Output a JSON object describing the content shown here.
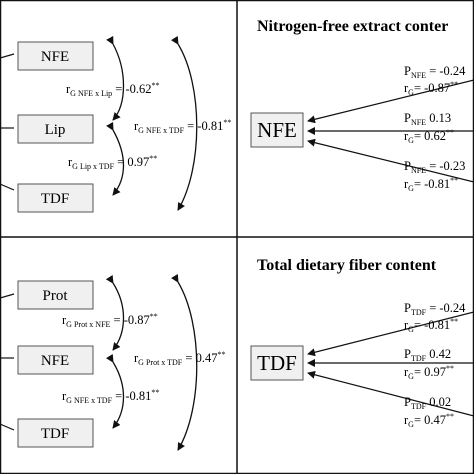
{
  "top_left": {
    "boxes": [
      "NFE",
      "Lip",
      "TDF"
    ],
    "corr_nfe_lip": {
      "sub": "G NFE x Lip",
      "value": " = -0.62",
      "sig": "**"
    },
    "corr_lip_tdf": {
      "sub": "G Lip x TDF",
      "value": " = 0.97",
      "sig": "**"
    },
    "corr_nfe_tdf": {
      "sub": "G NFE x TDF",
      "value": " = -0.81",
      "sig": "**"
    }
  },
  "top_right": {
    "title": "Nitrogen-free extract conter",
    "target": "NFE",
    "paths": [
      {
        "p_sub": "NFE",
        "p_value": " = -0.24",
        "g_value": "= -0.87",
        "sig": "**"
      },
      {
        "p_sub": "NFE",
        "p_value": " 0.13",
        "g_value": "= 0.62",
        "sig": "**"
      },
      {
        "p_sub": "NFE",
        "p_value": " = -0.23",
        "g_value": "= -0.81",
        "sig": "**"
      }
    ]
  },
  "bottom_left": {
    "boxes": [
      "Prot",
      "NFE",
      "TDF"
    ],
    "corr_prot_nfe": {
      "sub": "G Prot x NFE",
      "value": " = -0.87",
      "sig": "**"
    },
    "corr_nfe_tdf": {
      "sub": "G NFE x TDF",
      "value": " = -0.81",
      "sig": "**"
    },
    "corr_prot_tdf": {
      "sub": "G Prot x TDF",
      "value": " = 0.47",
      "sig": "**"
    }
  },
  "bottom_right": {
    "title": "Total dietary fiber content",
    "target": "TDF",
    "paths": [
      {
        "p_sub": "TDF",
        "p_value": " = -0.24",
        "g_value": "= -0.81",
        "sig": "**"
      },
      {
        "p_sub": "TDF",
        "p_value": " 0.42",
        "g_value": "= 0.97",
        "sig": "**"
      },
      {
        "p_sub": "TDF",
        "p_value": " 0.02",
        "g_value": "= 0.47",
        "sig": "**"
      }
    ]
  },
  "symbols": {
    "r": "r",
    "p": "P",
    "g_sub": "G"
  }
}
